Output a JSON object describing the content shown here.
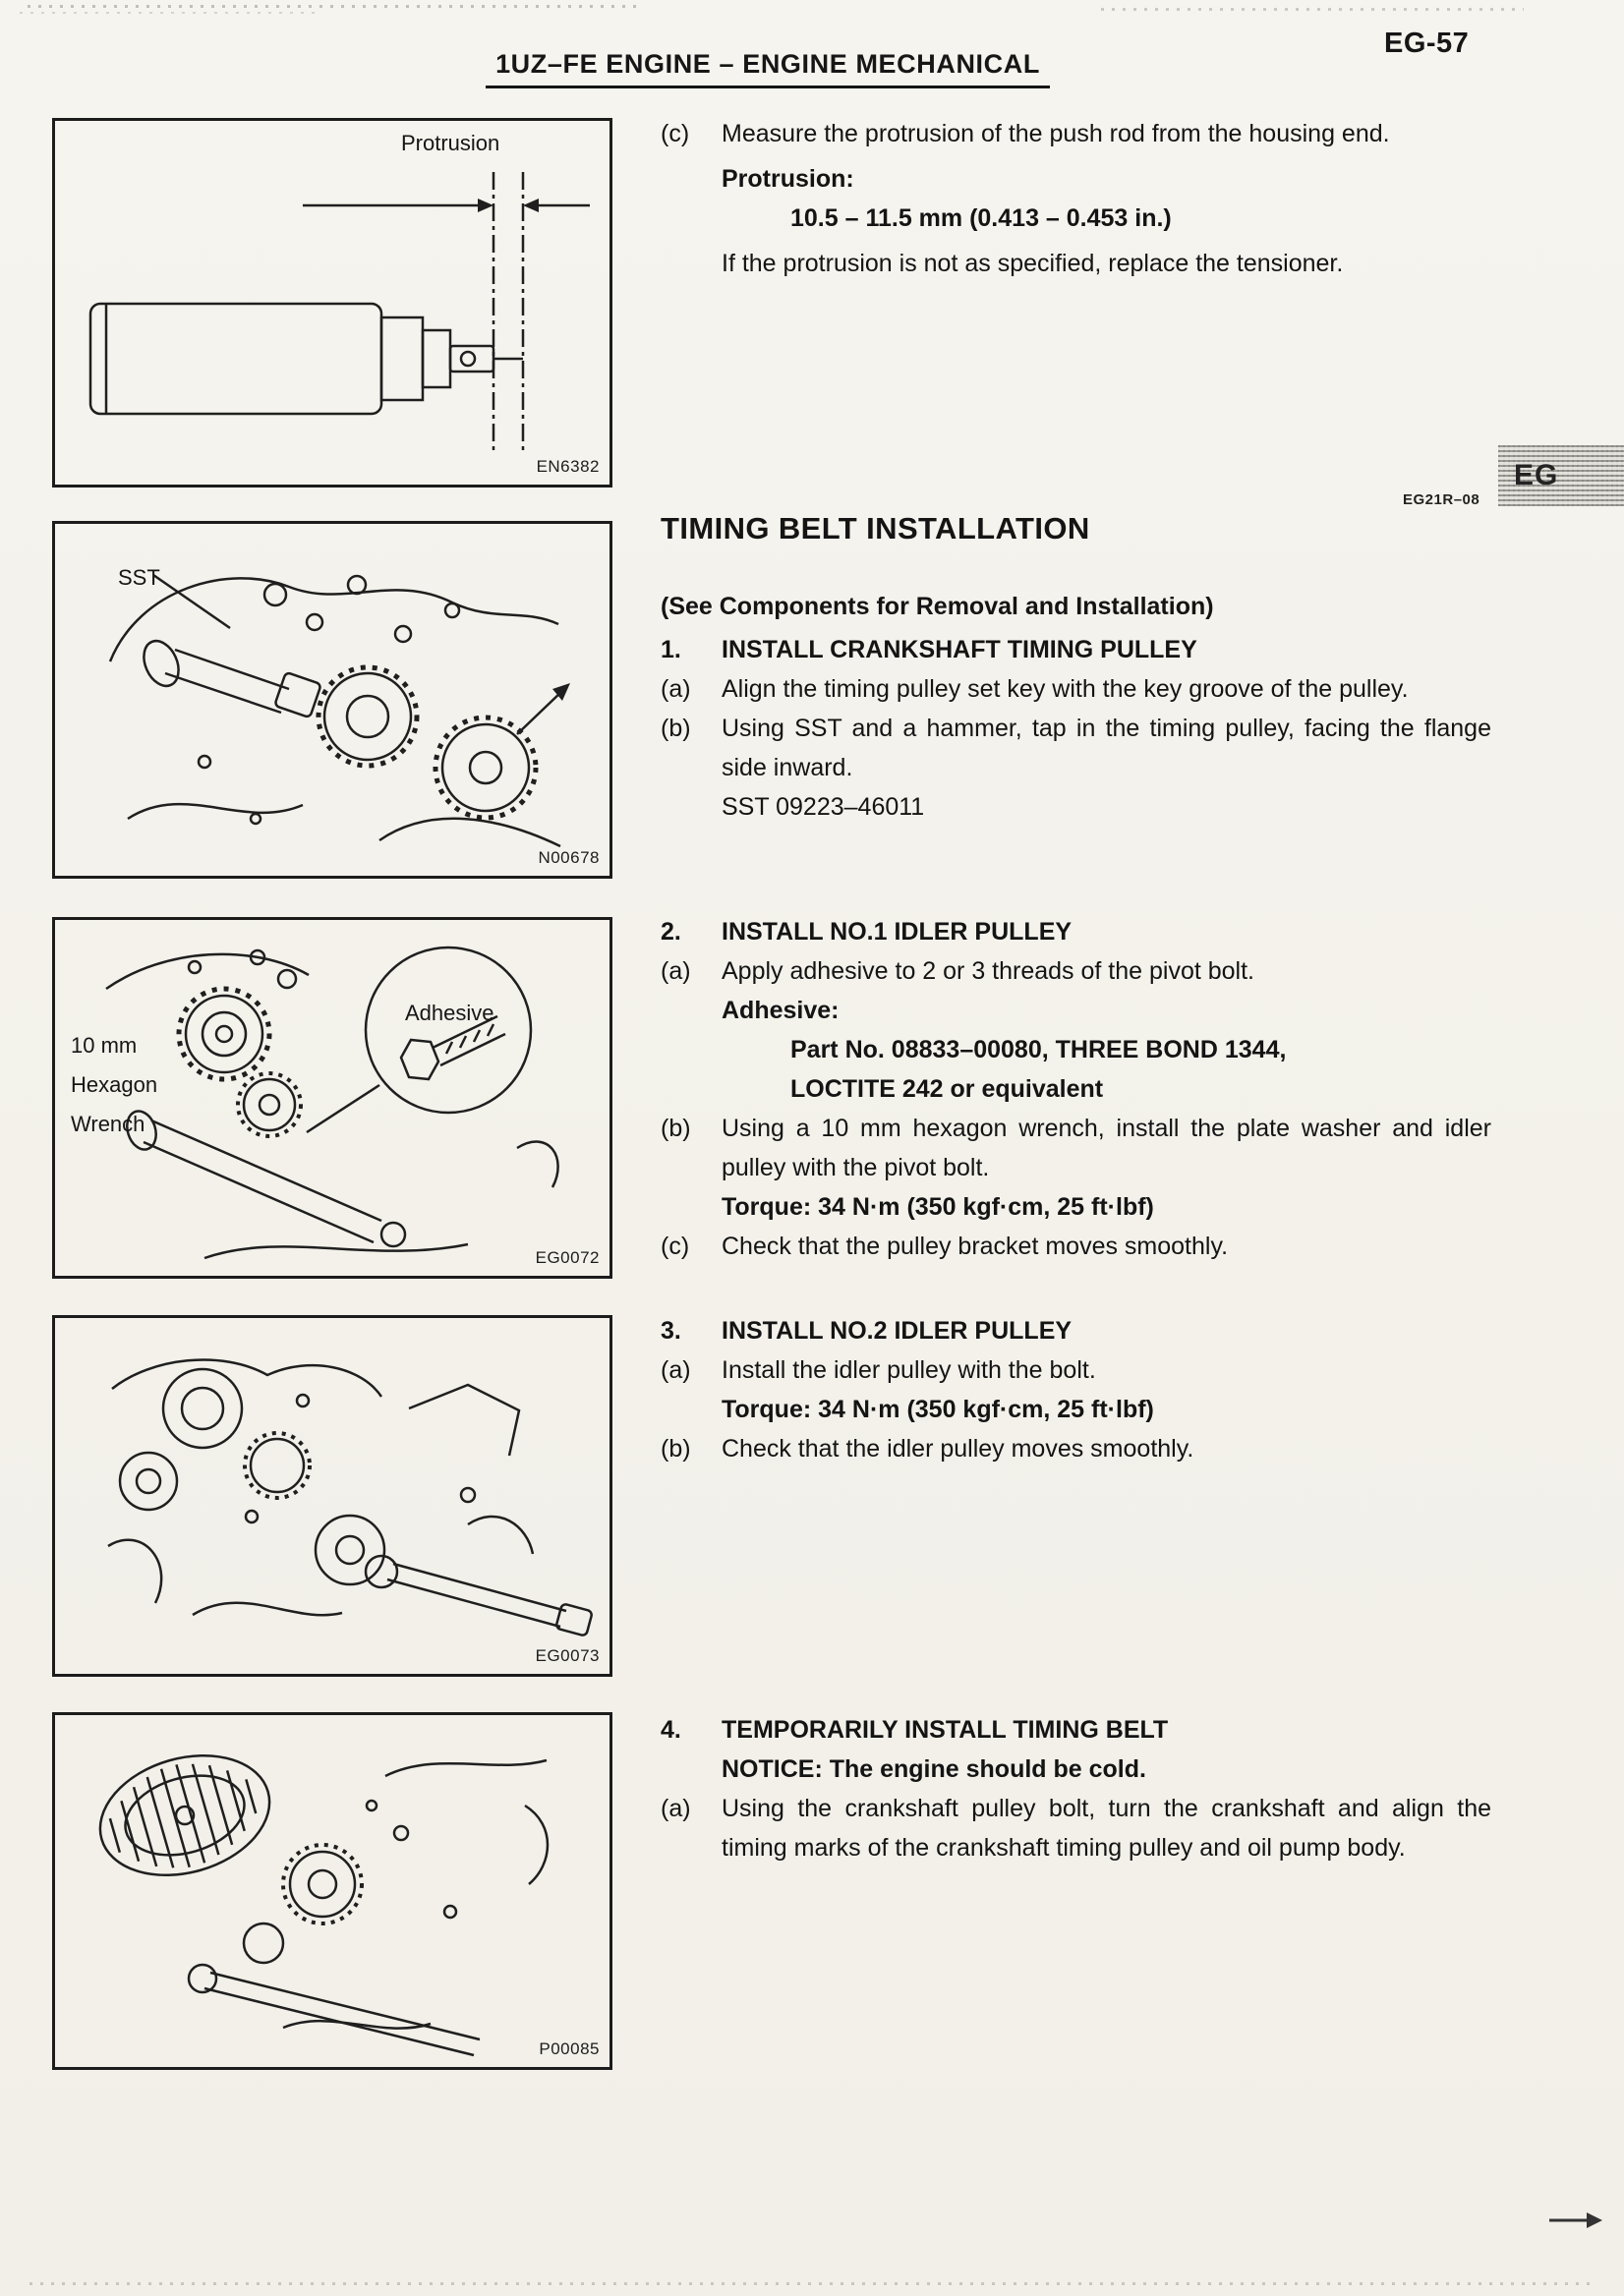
{
  "header": {
    "title": "1UZ–FE ENGINE  –  ENGINE MECHANICAL",
    "page_number": "EG-57"
  },
  "eg_tab": "EG",
  "section": {
    "title": "TIMING BELT INSTALLATION",
    "ref_code": "EG21R–08",
    "see_note": "(See Components for Removal and Installation)"
  },
  "step_c": {
    "marker": "(c)",
    "text": "Measure the protrusion of the push rod from the housing end.",
    "spec_label": "Protrusion:",
    "spec_value": "10.5 – 11.5 mm (0.413 – 0.453 in.)",
    "note": "If the protrusion is not as specified, replace the tensioner."
  },
  "step1": {
    "num": "1.",
    "title": "INSTALL CRANKSHAFT TIMING PULLEY",
    "a_marker": "(a)",
    "a_text": "Align the timing pulley set key with the key groove of the pulley.",
    "b_marker": "(b)",
    "b_text": "Using SST and a hammer, tap in the timing pulley, facing the flange side inward.",
    "b_sst": "SST 09223–46011"
  },
  "step2": {
    "num": "2.",
    "title": "INSTALL NO.1 IDLER PULLEY",
    "a_marker": "(a)",
    "a_text": "Apply adhesive to 2 or 3 threads of the pivot bolt.",
    "adhesive_label": "Adhesive:",
    "adhesive_line1": "Part No. 08833–00080, THREE BOND 1344,",
    "adhesive_line2": "LOCTITE 242 or equivalent",
    "b_marker": "(b)",
    "b_text": "Using a 10 mm hexagon wrench, install the plate washer and idler pulley with the pivot bolt.",
    "b_torque": "Torque: 34 N·m (350 kgf·cm, 25 ft·lbf)",
    "c_marker": "(c)",
    "c_text": "Check that the pulley bracket moves smoothly."
  },
  "step3": {
    "num": "3.",
    "title": "INSTALL NO.2 IDLER PULLEY",
    "a_marker": "(a)",
    "a_text": "Install the idler pulley with the bolt.",
    "a_torque": "Torque: 34 N·m (350 kgf·cm, 25 ft·lbf)",
    "b_marker": "(b)",
    "b_text": "Check that the idler pulley moves smoothly."
  },
  "step4": {
    "num": "4.",
    "title": "TEMPORARILY INSTALL TIMING BELT",
    "notice": "NOTICE: The engine should be cold.",
    "a_marker": "(a)",
    "a_text": "Using the crankshaft pulley bolt, turn the crankshaft and align the timing marks of the crankshaft timing pulley and oil pump body."
  },
  "figures": {
    "fig1": {
      "label": "Protrusion",
      "code": "EN6382"
    },
    "fig2": {
      "label": "SST",
      "code": "N00678"
    },
    "fig3": {
      "label_adhesive": "Adhesive",
      "wrench_line1": "10 mm",
      "wrench_line2": "Hexagon",
      "wrench_line3": "Wrench",
      "code": "EG0072"
    },
    "fig4": {
      "code": "EG0073"
    },
    "fig5": {
      "code": "P00085"
    }
  },
  "colors": {
    "ink": "#161616",
    "paper": "#f3f1ea"
  }
}
